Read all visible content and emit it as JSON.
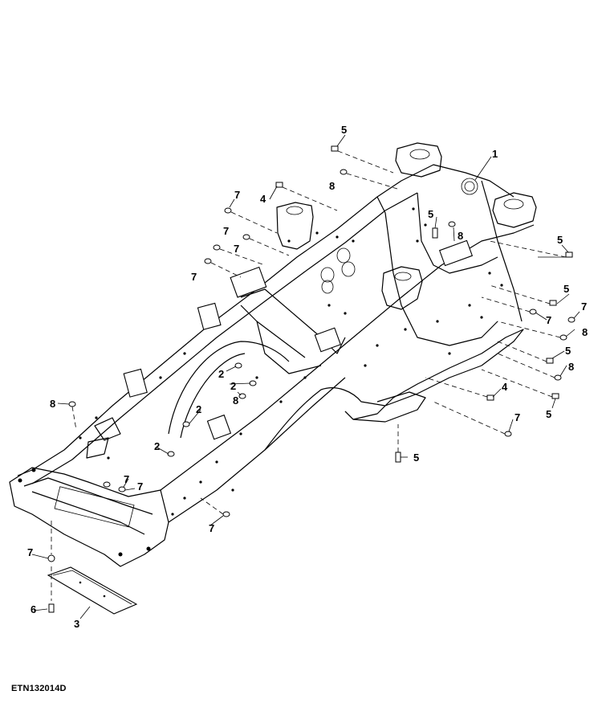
{
  "figure": {
    "id": "ETN132014D"
  },
  "callouts": [
    {
      "key": "c1",
      "label": "1"
    },
    {
      "key": "c2a",
      "label": "2"
    },
    {
      "key": "c2b",
      "label": "2"
    },
    {
      "key": "c2c",
      "label": "2"
    },
    {
      "key": "c2d",
      "label": "2"
    },
    {
      "key": "c3",
      "label": "3"
    },
    {
      "key": "c4a",
      "label": "4"
    },
    {
      "key": "c4b",
      "label": "4"
    },
    {
      "key": "c5a",
      "label": "5"
    },
    {
      "key": "c5b",
      "label": "5"
    },
    {
      "key": "c5c",
      "label": "5"
    },
    {
      "key": "c5d",
      "label": "5"
    },
    {
      "key": "c5e",
      "label": "5"
    },
    {
      "key": "c5f",
      "label": "5"
    },
    {
      "key": "c5g",
      "label": "5"
    },
    {
      "key": "c6",
      "label": "6"
    },
    {
      "key": "c7a",
      "label": "7"
    },
    {
      "key": "c7b",
      "label": "7"
    },
    {
      "key": "c7c",
      "label": "7"
    },
    {
      "key": "c7d",
      "label": "7"
    },
    {
      "key": "c7e",
      "label": "7"
    },
    {
      "key": "c7f",
      "label": "7"
    },
    {
      "key": "c7g",
      "label": "7"
    },
    {
      "key": "c7h",
      "label": "7"
    },
    {
      "key": "c7i",
      "label": "7"
    },
    {
      "key": "c7j",
      "label": "7"
    },
    {
      "key": "c7k",
      "label": "7"
    },
    {
      "key": "c8a",
      "label": "8"
    },
    {
      "key": "c8b",
      "label": "8"
    },
    {
      "key": "c8c",
      "label": "8"
    },
    {
      "key": "c8d",
      "label": "8"
    },
    {
      "key": "c8e",
      "label": "8"
    },
    {
      "key": "c8f",
      "label": "8"
    }
  ]
}
